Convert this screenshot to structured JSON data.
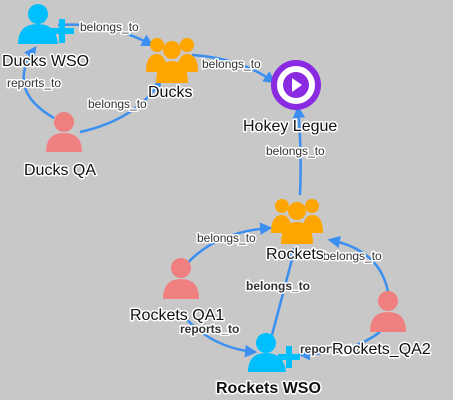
{
  "nodes": {
    "ducks_wso": {
      "label": "Ducks WSO",
      "icon": "person-add-icon",
      "color": "#00bfff"
    },
    "ducks": {
      "label": "Ducks",
      "icon": "group-icon",
      "color": "#ffa500"
    },
    "hokey_league": {
      "label": "Hokey Legue",
      "icon": "hub-icon",
      "color": "#8a2be2"
    },
    "ducks_qa": {
      "label": "Ducks QA",
      "icon": "person-icon",
      "color": "#f08080"
    },
    "rockets": {
      "label": "Rockets",
      "icon": "group-icon",
      "color": "#ffa500"
    },
    "rockets_qa1": {
      "label": "Rockets QA1",
      "icon": "person-icon",
      "color": "#f08080"
    },
    "rockets_qa2": {
      "label": "Rockets_QA2",
      "icon": "person-icon",
      "color": "#f08080"
    },
    "rockets_wso": {
      "label": "Rockets WSO",
      "icon": "person-add-icon",
      "color": "#00bfff"
    }
  },
  "edges": {
    "ducks_wso_ducks": {
      "label": "belongs_to"
    },
    "ducks_league": {
      "label": "belongs_to"
    },
    "ducks_qa_ducks": {
      "label": "belongs_to"
    },
    "ducks_qa_wso": {
      "label": "reports_to"
    },
    "rockets_league": {
      "label": "belongs_to"
    },
    "qa1_rockets": {
      "label": "belongs_to"
    },
    "qa2_rockets": {
      "label": "belongs_to"
    },
    "wso_rockets": {
      "label": "belongs_to"
    },
    "qa1_wso": {
      "label": "reports_to"
    },
    "qa2_wso": {
      "label": "reports_to"
    }
  },
  "colors": {
    "edge": "#3b8ff0",
    "background": "#c8c8c8"
  }
}
